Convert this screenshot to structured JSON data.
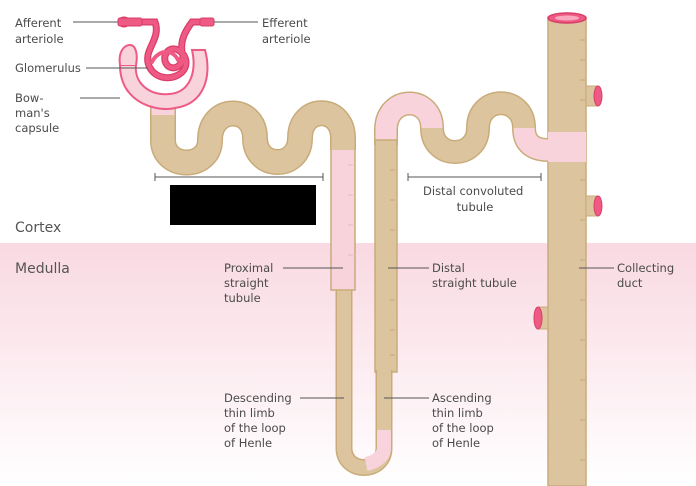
{
  "regions": {
    "cortex": "Cortex",
    "medulla": "Medulla"
  },
  "labels": {
    "afferent_arteriole": [
      "Afferent",
      "arteriole"
    ],
    "efferent_arteriole": [
      "Efferent",
      "arteriole"
    ],
    "glomerulus": [
      "Glomerulus"
    ],
    "bowmans_capsule": [
      "Bow-",
      "man's",
      "capsule"
    ],
    "distal_convoluted_tubule": [
      "Distal convoluted",
      "tubule"
    ],
    "proximal_straight_tubule": [
      "Proximal",
      "straight",
      "tubule"
    ],
    "distal_straight_tubule": [
      "Distal",
      "straight tubule"
    ],
    "collecting_duct": [
      "Collecting",
      "duct"
    ],
    "descending_thin_limb": [
      "Descending",
      "thin limb",
      "of the loop",
      "of Henle"
    ],
    "ascending_thin_limb": [
      "Ascending",
      "thin limb",
      "of the loop",
      "of Henle"
    ]
  },
  "colors": {
    "tubule": "#dcc59e",
    "tubule_outline": "#c9ab7a",
    "pink_segment": "#f8d3dc",
    "vessel": "#ee5a84",
    "vessel_outline": "#d93d6a",
    "medulla_background": "#fbe4ea",
    "redaction": "#000000"
  },
  "icons": {
    "redacted_label": "black-redaction-box"
  }
}
